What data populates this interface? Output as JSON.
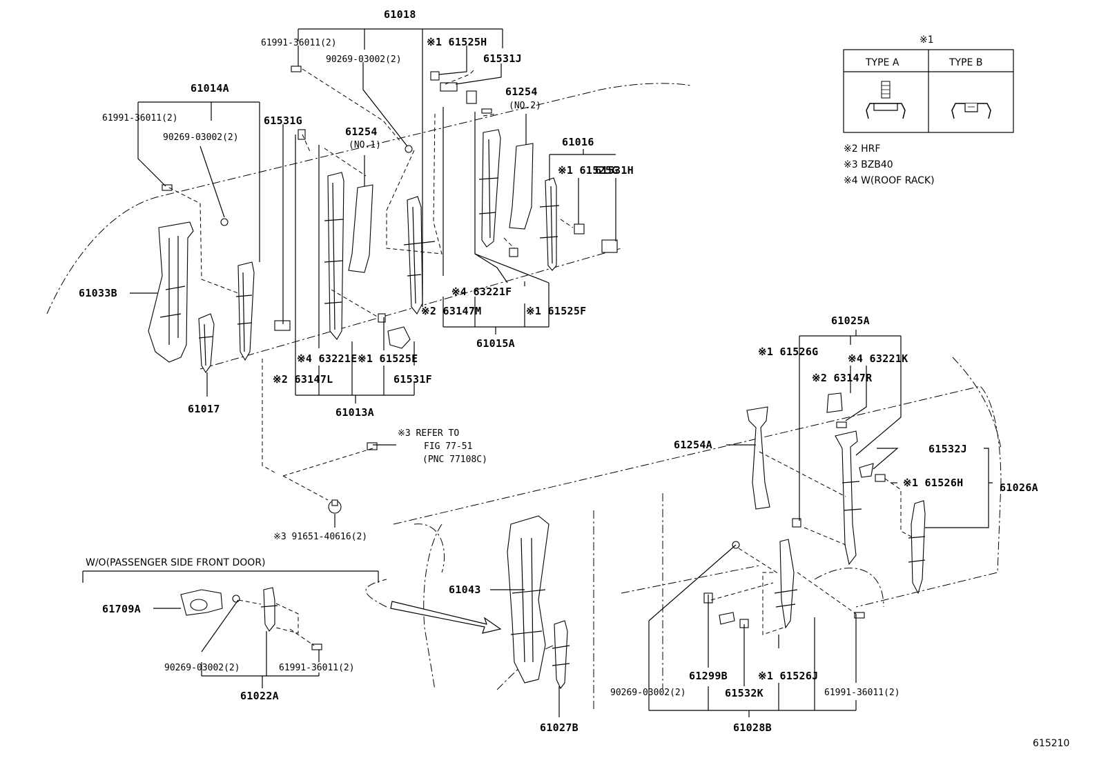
{
  "labels": {
    "l61018": "61018",
    "l61991a": "61991-36011(2)",
    "l90269a": "90269-03002(2)",
    "l61525H": "※1 61525H",
    "l61531J": "61531J",
    "l61014A": "61014A",
    "l61991b": "61991-36011(2)",
    "l90269b": "90269-03002(2)",
    "l61531G": "61531G",
    "l61254n1": "61254",
    "l61254n1sub": "(NO.1)",
    "l61254n2": "61254",
    "l61254n2sub": "(NO.2)",
    "l61016": "61016",
    "l61525G": "※1 61525G",
    "l61531H": "61531H",
    "l61033B": "61033B",
    "l63221F": "※4 63221F",
    "l61525F": "※1 61525F",
    "l63147M": "※2 63147M",
    "l61015A": "61015A",
    "l63221E": "※4 63221E",
    "l61525E": "※1 61525E",
    "l63147L": "※2 63147L",
    "l61531F": "61531F",
    "l61017": "61017",
    "l61013A": "61013A",
    "l61025A": "61025A",
    "l61526G": "※1 61526G",
    "l63221K": "※4 63221K",
    "l63147R": "※2 63147R",
    "l61254A": "61254A",
    "l61532J": "61532J",
    "l61526H": "※1 61526H",
    "l61026A": "61026A",
    "refer1": "※3 REFER TO",
    "refer2": "FIG 77-51",
    "refer3": "(PNC 77108C)",
    "l91651": "※3 91651-40616(2)",
    "l61043": "61043",
    "l61709A": "61709A",
    "l90269c": "90269-03002(2)",
    "l61991c": "61991-36011(2)",
    "l61022A": "61022A",
    "l61299B": "61299B",
    "l61526J": "※1 61526J",
    "l90269d": "90269-03002(2)",
    "l61532K": "61532K",
    "l61991d": "61991-36011(2)",
    "l61027B": "61027B",
    "l61028B": "61028B",
    "figno": "615210"
  },
  "legend": {
    "mark": "※1",
    "typeA": "TYPE A",
    "typeB": "TYPE B",
    "n2": "※2 HRF",
    "n3": "※3 BZB40",
    "n4": "※4 W(ROOF RACK)"
  },
  "inset_title": "W/O(PASSENGER SIDE FRONT DOOR)"
}
